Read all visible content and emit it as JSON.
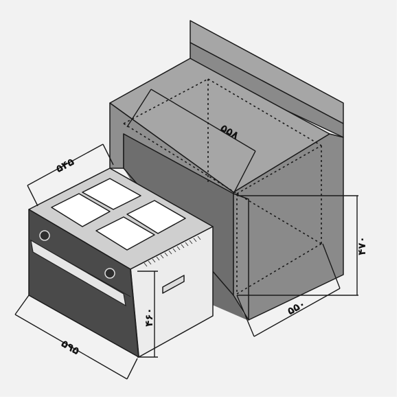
{
  "colors": {
    "background": "#f2f2f2",
    "cabinet_front": "#8f8f8f",
    "cabinet_top": "#a6a6a6",
    "cabinet_side": "#8a8a8a",
    "cabinet_inner": "#6e6e6e",
    "oven_front": "#4a4a4a",
    "oven_body": "#ececec",
    "line": "#1a1a1a"
  },
  "dimensions": {
    "oven_depth": "۵۴۵",
    "oven_width": "۵۹۵",
    "oven_height": "۴۶۰",
    "niche_depth": "۵۵۸",
    "niche_width": "۵۵۰",
    "niche_height": "۴۷۰"
  }
}
